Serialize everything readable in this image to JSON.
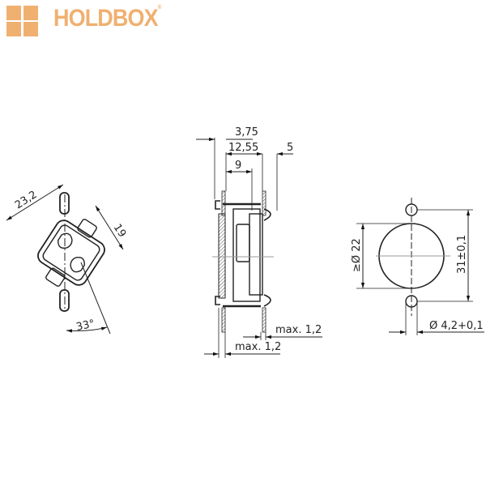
{
  "logo": {
    "brand": "HOLDBOX",
    "registered": "®",
    "color": "#f0b070"
  },
  "drawing": {
    "left_view": {
      "width_label": "23,2",
      "height_label": "19",
      "angle_label": "33°"
    },
    "side_view": {
      "dim_1": "3,75",
      "dim_2": "12,55",
      "dim_3": "5",
      "dim_4": "9",
      "max_right": "max. 1,2",
      "max_left": "max. 1,2"
    },
    "cutout_view": {
      "diameter_label": "≥Ø 22",
      "pitch_label": "31±0,1",
      "hole_label": "Ø 4,2+0,1"
    }
  }
}
